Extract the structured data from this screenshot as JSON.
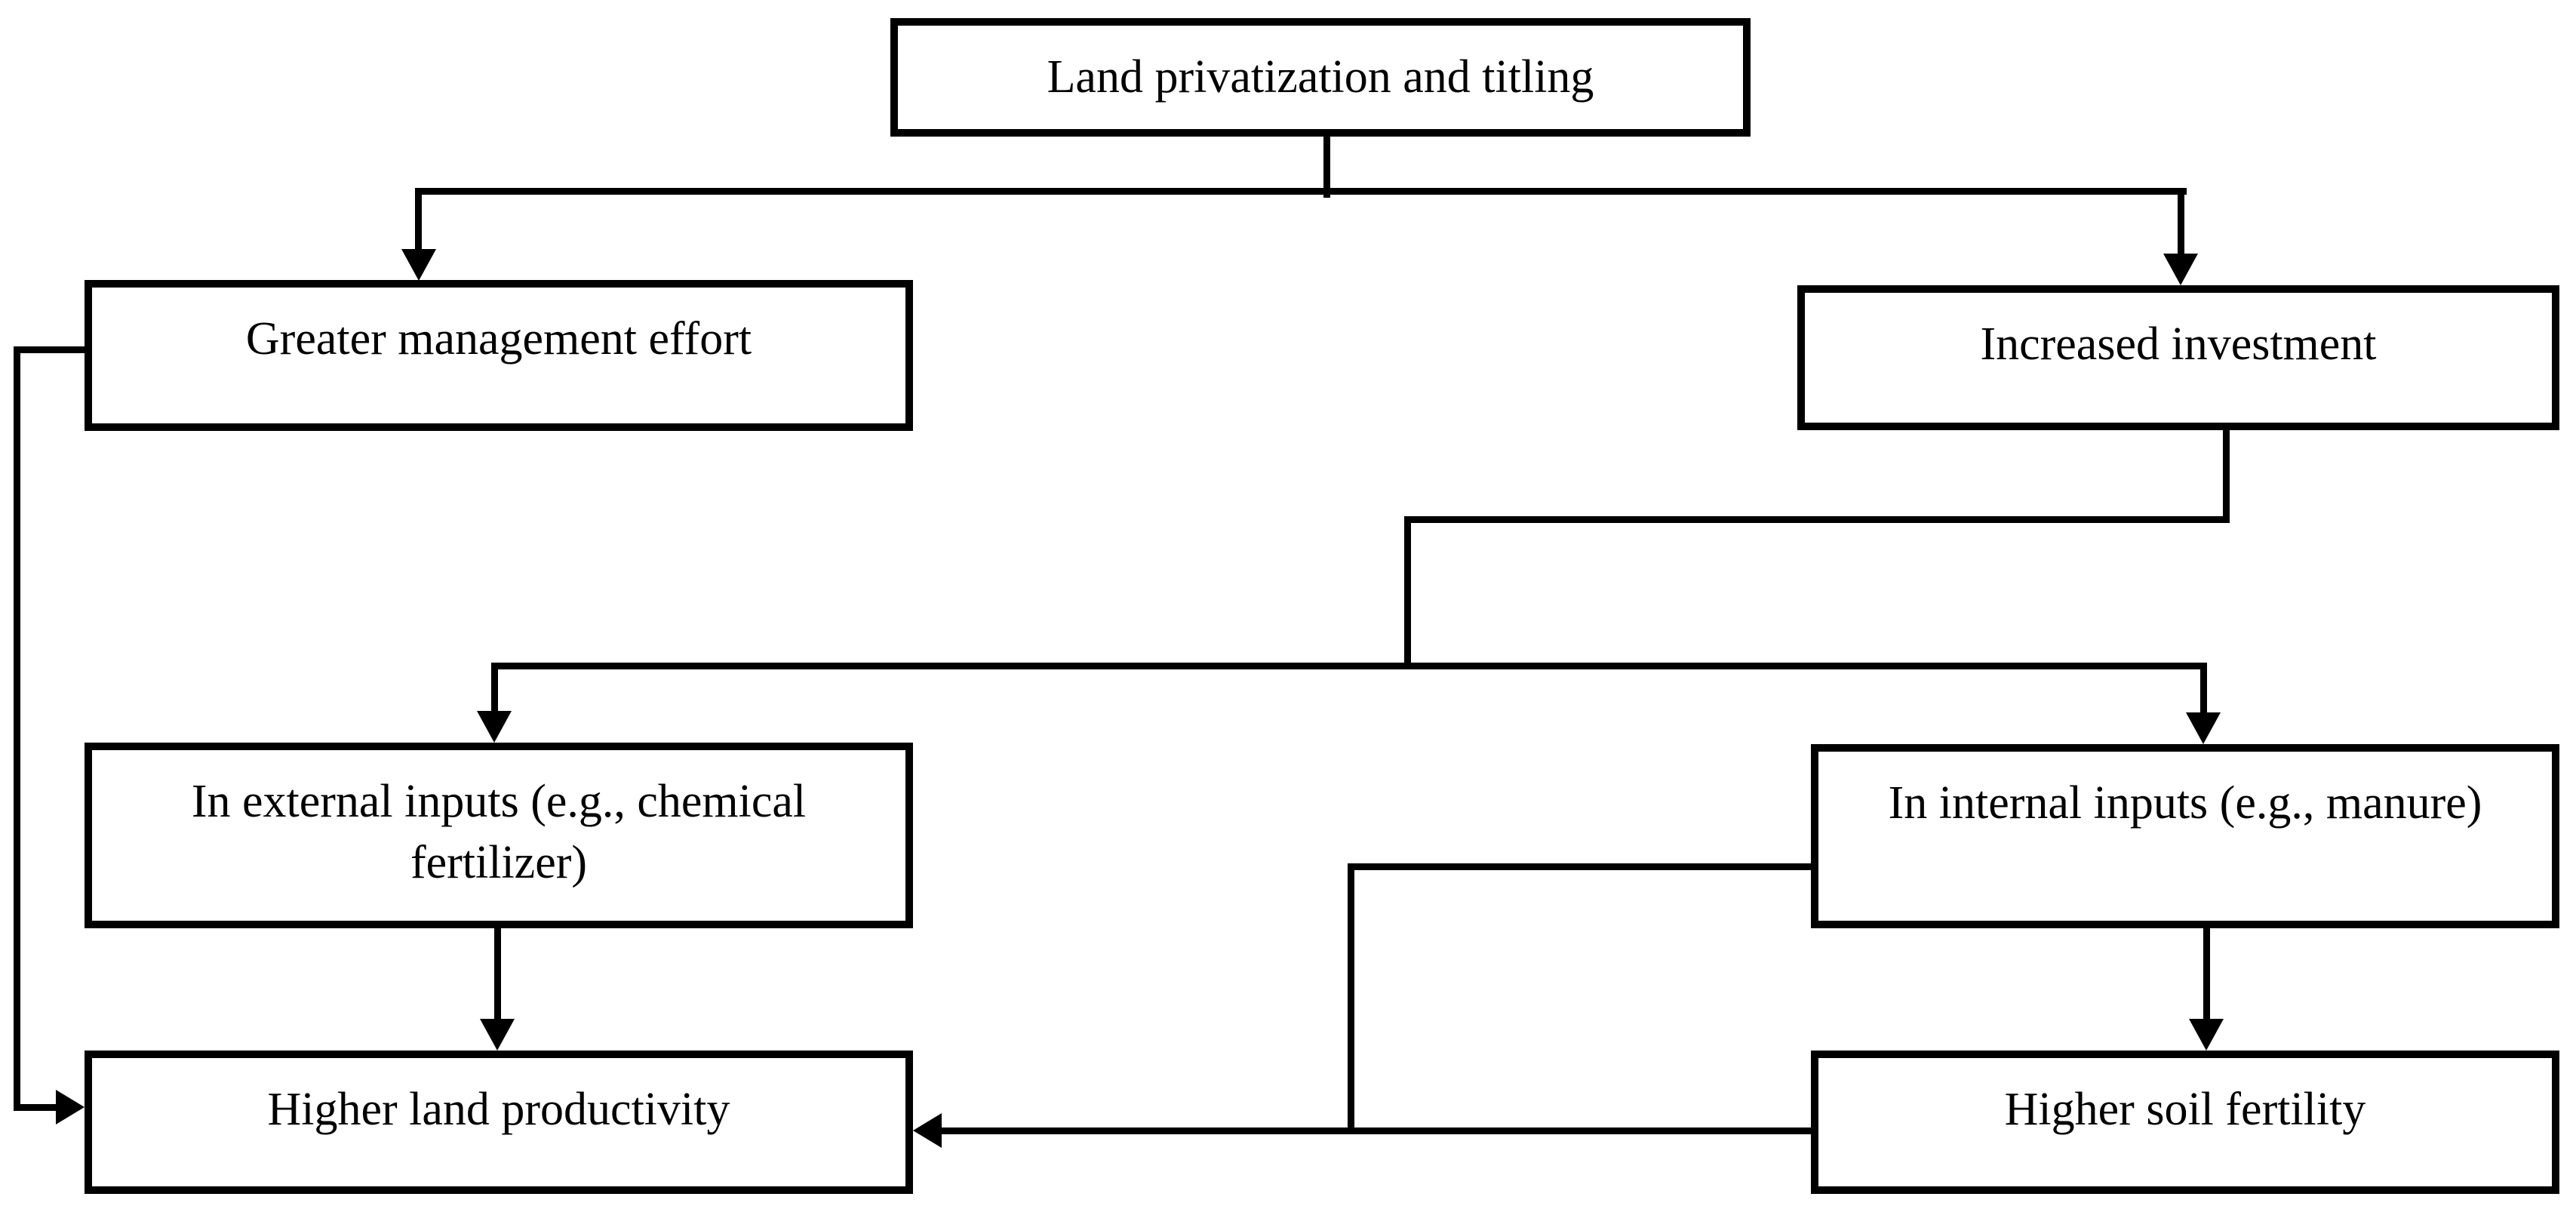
{
  "diagram": {
    "background_color": "#ffffff",
    "line_color": "#000000",
    "box_border_color": "#000000",
    "text_color": "#000000",
    "nodes": {
      "land_privatization": {
        "label": "Land privatization and titling"
      },
      "management_effort": {
        "label": "Greater management effort"
      },
      "increased_investment": {
        "label": "Increased investment"
      },
      "external_inputs": {
        "label": "In external inputs (e.g., chemical\nfertilizer)"
      },
      "internal_inputs": {
        "label": "In internal inputs (e.g., manure)"
      },
      "land_productivity": {
        "label": "Higher land productivity"
      },
      "soil_fertility": {
        "label": "Higher soil fertility"
      }
    },
    "edges": [
      {
        "from": "land_privatization",
        "to": "management_effort"
      },
      {
        "from": "land_privatization",
        "to": "increased_investment"
      },
      {
        "from": "increased_investment",
        "to": "external_inputs"
      },
      {
        "from": "increased_investment",
        "to": "internal_inputs"
      },
      {
        "from": "external_inputs",
        "to": "land_productivity"
      },
      {
        "from": "internal_inputs",
        "to": "soil_fertility"
      },
      {
        "from": "internal_inputs",
        "to": "land_productivity"
      },
      {
        "from": "soil_fertility",
        "to": "land_productivity"
      },
      {
        "from": "management_effort",
        "to": "land_productivity"
      }
    ]
  }
}
